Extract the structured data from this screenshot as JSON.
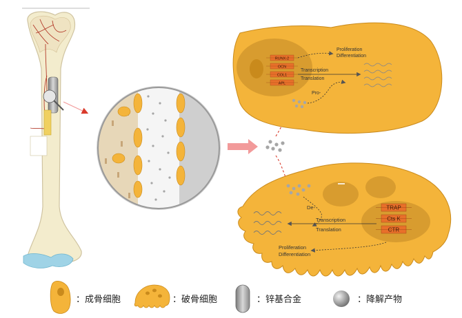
{
  "osteoblast": {
    "genes": [
      "RUNX-2",
      "OCN",
      "COL1",
      "APL"
    ],
    "fate": [
      "Proliferation",
      "Differentiation"
    ],
    "process": [
      "Transcription",
      "Translation"
    ],
    "product_label": "Pro-"
  },
  "osteoclast": {
    "genes": [
      "TRAP",
      "Cts K",
      "CTR"
    ],
    "fate": [
      "Proliferation",
      "Differentiation"
    ],
    "process": [
      "Transcription",
      "Translation"
    ],
    "product_label": "De-"
  },
  "legend": [
    {
      "icon": "osteoblast-icon",
      "label": "：成骨细胞"
    },
    {
      "icon": "osteoclast-icon",
      "label": "：破骨细胞"
    },
    {
      "icon": "zinc-alloy-icon",
      "label": "：锌基合金"
    },
    {
      "icon": "degradation-product-icon",
      "label": "：降解产物"
    }
  ],
  "colors": {
    "cell": "#f4b43a",
    "cell_dark": "#c98a1c",
    "nucleus": "#d89c2f",
    "gene_box": "#e8702a",
    "arrow_red": "#d93a2b",
    "big_arrow": "#f29a9a",
    "bone": "#f3eccd",
    "cartilage": "#9fd3e6",
    "particle": "#a6a6a6"
  }
}
